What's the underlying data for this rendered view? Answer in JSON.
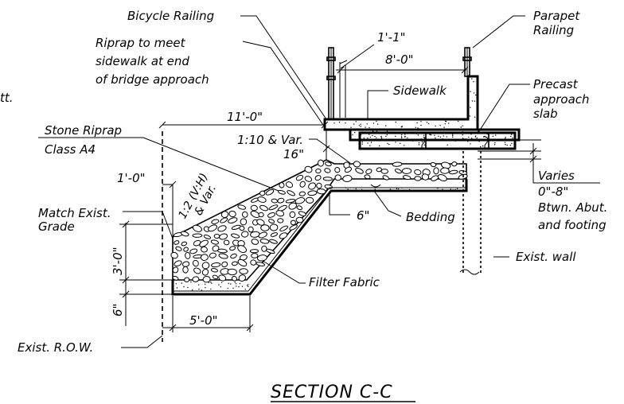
{
  "title": "SECTION C-C",
  "labels": {
    "bicycle_railing": "Bicycle Railing",
    "parapet_1": "Parapet",
    "parapet_2": "Railing",
    "riprap_note_1": "Riprap to meet",
    "riprap_note_2": "sidewalk at end",
    "riprap_note_3": "of bridge approach",
    "edge_text": "tt.",
    "sidewalk": "Sidewalk",
    "precast_1": "Precast",
    "precast_2": "approach",
    "precast_3": "slab",
    "stone_riprap_1": "Stone Riprap",
    "stone_riprap_2": "Class A4",
    "slope_ratio": "1:10 & Var.",
    "slope_side_1": "1:2 (V:H)",
    "slope_side_2": "& Var.",
    "match_1": "Match Exist.",
    "match_2": "Grade",
    "bedding": "Bedding",
    "filter_fabric": "Filter Fabric",
    "exist_wall": "Exist. wall",
    "exist_row": "Exist. R.O.W.",
    "varies_1": "Varies",
    "varies_2": "0\"-8\"",
    "varies_3": "Btwn. Abut.",
    "varies_4": "and footing"
  },
  "dimensions": {
    "d_1_1": "1'-1\"",
    "d_8_0": "8'-0\"",
    "d_11_0": "11'-0\"",
    "d_16": "16\"",
    "d_1_0": "1'-0\"",
    "d_6_bed": "6\"",
    "d_3_0": "3'-0\"",
    "d_6_base": "6\"",
    "d_5_0": "5'-0\""
  }
}
